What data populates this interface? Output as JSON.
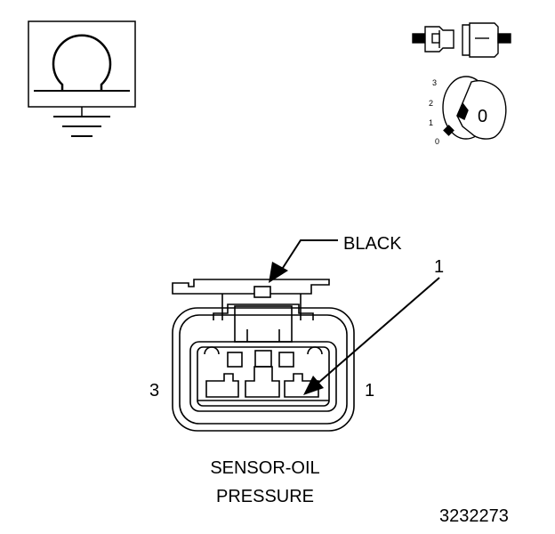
{
  "connector": {
    "color_label": "BLACK",
    "pin_callout": "1",
    "left_pin": "3",
    "right_pin": "1"
  },
  "caption": {
    "line1": "SENSOR-OIL",
    "line2": "PRESSURE"
  },
  "ignition_switch": {
    "positions": [
      "3",
      "2",
      "1",
      "0"
    ],
    "key_label": "0"
  },
  "figure_id": "3232273",
  "icons": [
    "ohmmeter-icon",
    "connector-disconnected-icon",
    "ignition-key-icon"
  ]
}
